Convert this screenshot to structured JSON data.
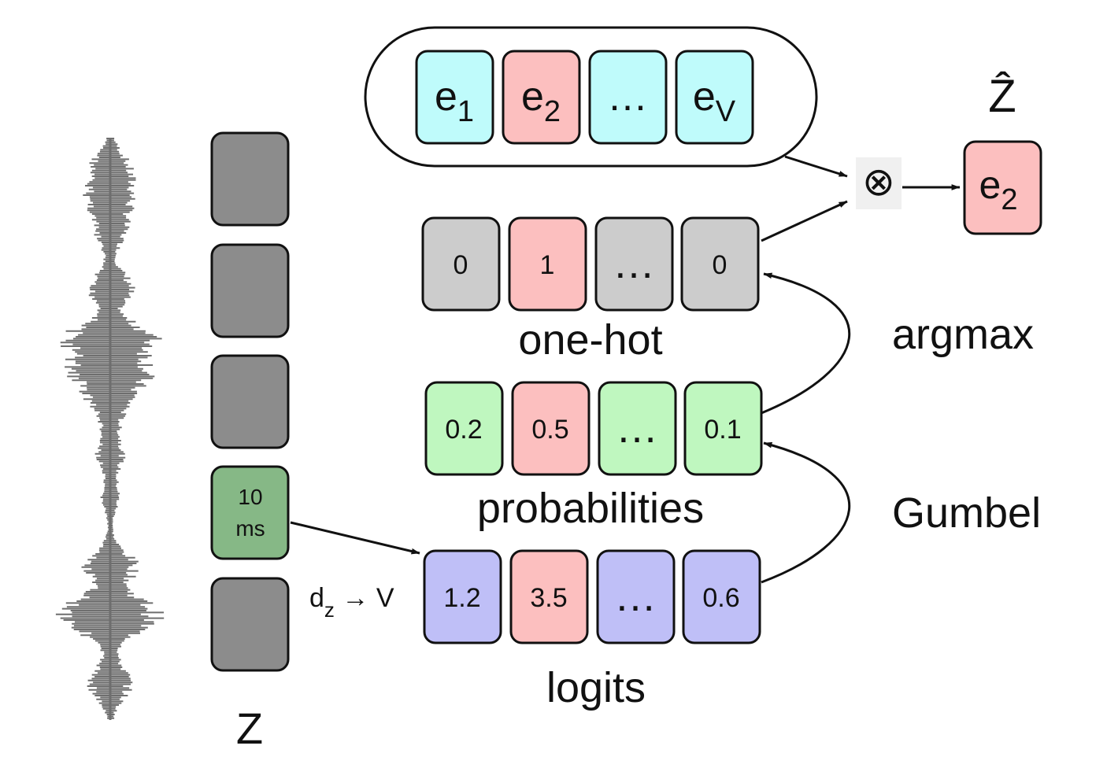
{
  "colors": {
    "cyan": "#bffbfb",
    "pink": "#fcbfbf",
    "gray_light": "#cccccc",
    "gray_dark": "#8c8c8c",
    "green_light": "#bff7bf",
    "green_dark": "#86b886",
    "blue": "#bfbff7",
    "waveform": "#6e6e6e"
  },
  "codebook": {
    "entries": [
      {
        "base": "e",
        "sub": "1",
        "color": "cyan"
      },
      {
        "base": "e",
        "sub": "2",
        "color": "pink"
      },
      {
        "base": "…",
        "sub": "",
        "color": "cyan"
      },
      {
        "base": "e",
        "sub": "V",
        "color": "cyan"
      }
    ]
  },
  "onehot": {
    "label": "one-hot",
    "cells": [
      {
        "text": "0",
        "color": "gray_light"
      },
      {
        "text": "1",
        "color": "pink"
      },
      {
        "text": "…",
        "color": "gray_light"
      },
      {
        "text": "0",
        "color": "gray_light"
      }
    ]
  },
  "probabilities": {
    "label": "probabilities",
    "cells": [
      {
        "text": "0.2",
        "color": "green_light"
      },
      {
        "text": "0.5",
        "color": "pink"
      },
      {
        "text": "…",
        "color": "green_light"
      },
      {
        "text": "0.1",
        "color": "green_light"
      }
    ]
  },
  "logits": {
    "label": "logits",
    "cells": [
      {
        "text": "1.2",
        "color": "blue"
      },
      {
        "text": "3.5",
        "color": "pink"
      },
      {
        "text": "…",
        "color": "blue"
      },
      {
        "text": "0.6",
        "color": "blue"
      }
    ]
  },
  "z_column": {
    "label": "Z",
    "frames": [
      {
        "line1": "",
        "line2": "",
        "color": "gray_dark"
      },
      {
        "line1": "",
        "line2": "",
        "color": "gray_dark"
      },
      {
        "line1": "",
        "line2": "",
        "color": "gray_dark"
      },
      {
        "line1": "10",
        "line2": "ms",
        "color": "green_dark"
      },
      {
        "line1": "",
        "line2": "",
        "color": "gray_dark"
      }
    ]
  },
  "projection": {
    "left": "d",
    "sub": "z",
    "right": " → V"
  },
  "operator_symbol": "⊗",
  "output": {
    "label": "Ẑ",
    "base": "e",
    "sub": "2",
    "color": "pink"
  },
  "steps": {
    "argmax": "argmax",
    "gumbel": "Gumbel"
  }
}
